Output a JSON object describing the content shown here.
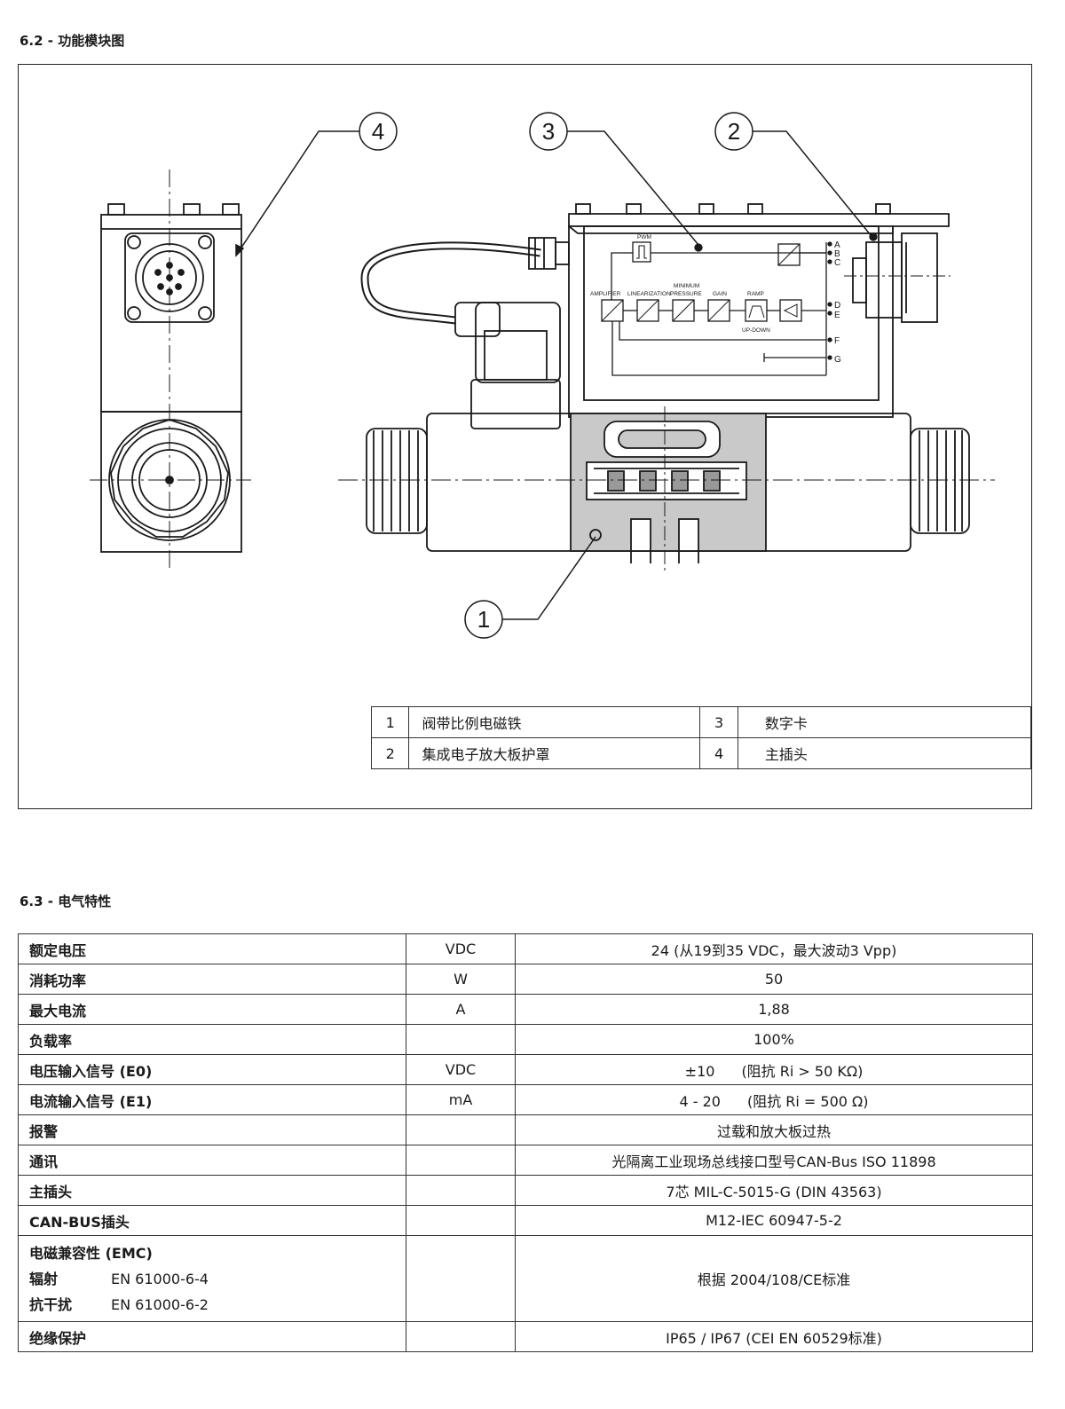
{
  "section_62": {
    "number": "6.2 -",
    "title": "功能模块图"
  },
  "diagram": {
    "callouts": [
      "1",
      "2",
      "3",
      "4"
    ],
    "card_labels": {
      "pwm": "PWM",
      "amplifier": "AMPLIFIER",
      "linearization": "LINEARIZATION",
      "minimum": "MINIMUM",
      "pressure": "PRESSURE",
      "gain": "GAIN",
      "ramp": "RAMP",
      "updown": "UP-DOWN",
      "pins": [
        "A",
        "B",
        "C",
        "D",
        "E",
        "F",
        "G"
      ]
    },
    "legend": [
      {
        "num": "1",
        "text": "阀带比例电磁铁",
        "num2": "3",
        "text2": "数字卡"
      },
      {
        "num": "2",
        "text": "集成电子放大板护罩",
        "num2": "4",
        "text2": "主插头"
      }
    ]
  },
  "section_63": {
    "number": "6.3 -",
    "title": "电气特性"
  },
  "specs": [
    {
      "param": "额定电压",
      "unit": "VDC",
      "value": "24 (从19到35 VDC，最大波动3 Vpp)"
    },
    {
      "param": "消耗功率",
      "unit": "W",
      "value": "50"
    },
    {
      "param": "最大电流",
      "unit": "A",
      "value": "1,88"
    },
    {
      "param": "负载率",
      "unit": "",
      "value": "100%"
    },
    {
      "param": "电压输入信号 (E0)",
      "unit": "VDC",
      "value": "±10",
      "note": "(阻抗 Ri > 50 KΩ)"
    },
    {
      "param": "电流输入信号 (E1)",
      "unit": "mA",
      "value": "4 - 20",
      "note": "(阻抗  Ri = 500 Ω)"
    },
    {
      "param": "报警",
      "unit": "",
      "value": "过载和放大板过热"
    },
    {
      "param": "通讯",
      "unit": "",
      "value": "光隔离工业现场总线接口型号CAN-Bus ISO 11898"
    },
    {
      "param": "主插头",
      "unit": "",
      "value": "7芯 MIL-C-5015-G (DIN 43563)"
    },
    {
      "param": "CAN-BUS插头",
      "unit": "",
      "value": "M12-IEC 60947-5-2"
    }
  ],
  "emc": {
    "title": "电磁兼容性 (EMC)",
    "emission_label": "辐射",
    "emission_std": "EN 61000-6-4",
    "immunity_label": "抗干扰",
    "immunity_std": "EN 61000-6-2",
    "value": "根据 2004/108/CE标准"
  },
  "protection": {
    "param": "绝缘保护",
    "unit": "",
    "value": "IP65 / IP67 (CEI EN 60529标准)"
  }
}
